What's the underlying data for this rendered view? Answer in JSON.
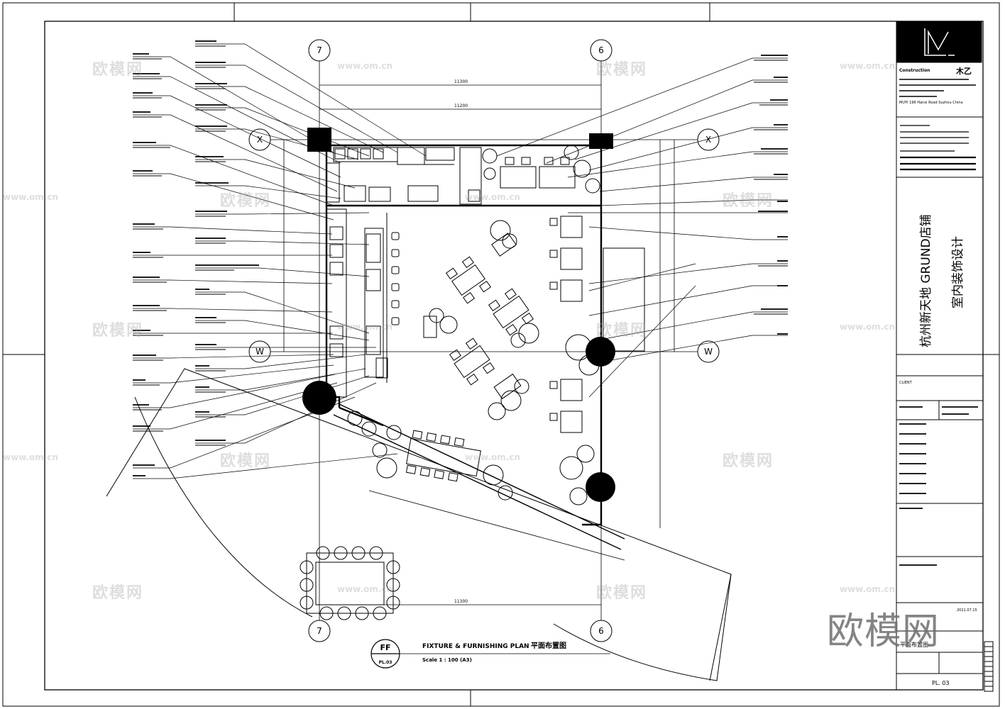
{
  "project": {
    "title_line1": "杭州新天地 GRUND店铺",
    "title_line2": "室内装饰设计"
  },
  "company": {
    "name_cn": "木乙",
    "name_en_small": "Construction",
    "address": "MUYI 196 Hanxi Road Suzhou China"
  },
  "drawing": {
    "code": "FF",
    "sheet_ref": "PL.03",
    "title_en": "FIXTURE & FURNISHING PLAN",
    "title_cn": "平面布置图",
    "scale": "Scale 1 : 100 (A3)",
    "page_no": "PL. 03"
  },
  "grid": {
    "col_left": "7",
    "col_right": "6",
    "row_top": "X",
    "row_bottom": "W"
  },
  "dimensions": {
    "top_outer": "11300",
    "top_inner": "11200",
    "bottom": "11300"
  },
  "title_block": {
    "client_label": "CLIENT",
    "date": "2021.07.15"
  },
  "watermark": {
    "brand": "欧模网",
    "url": "www.om.cn"
  },
  "colors": {
    "line": "#000000",
    "watermark": "#a0a0a0"
  }
}
